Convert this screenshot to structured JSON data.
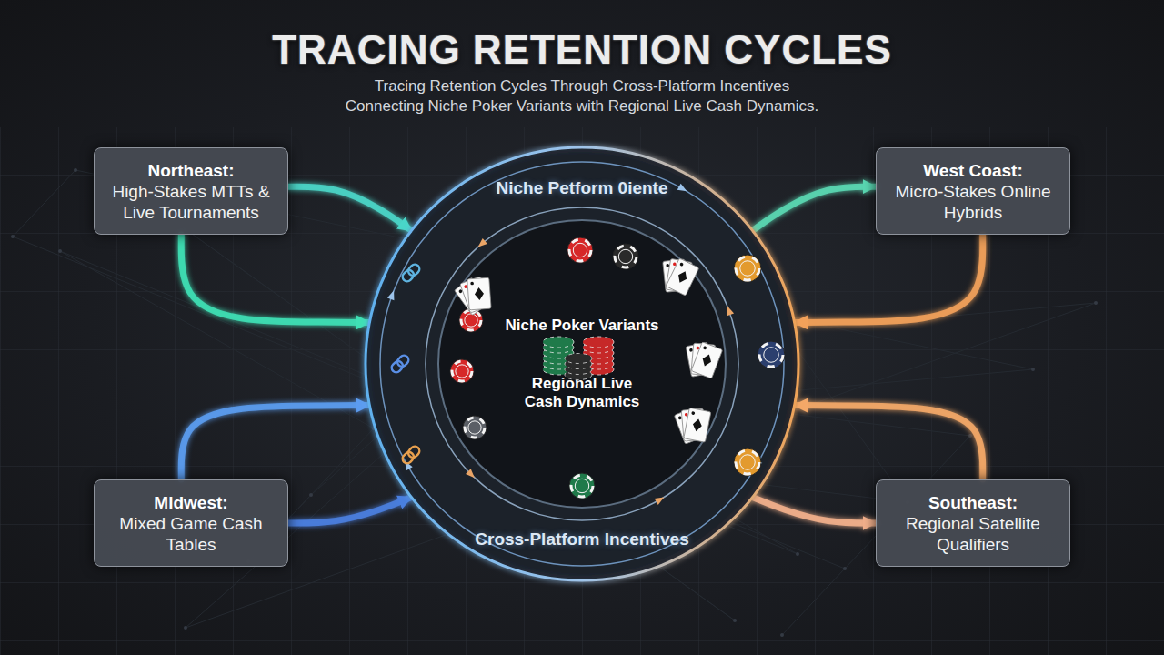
{
  "diagram": {
    "title": "TRACING RETENTION CYCLES",
    "caption": "Tracing Retention Cycles Through Cross-Platform Incentives Connecting Niche Poker Variants with Regional Live Cash Dynamics.",
    "nodes": [
      {
        "text": [
          "Northeast:",
          "High-Stakes MTTs & Live Tournaments"
        ]
      },
      {
        "text": [
          "West Coast:",
          "Micro-Stakes Online Hybrids"
        ]
      },
      {
        "text": [
          "Niche Petform 0iente",
          "Cross-Platform Incentives"
        ]
      },
      {
        "text": [
          "Niche Poker Variants",
          "Regional Live Cash Dynamics"
        ],
        "in": 2
      },
      {
        "text": [
          "Midwest:",
          "Mixed Game Cash Tables"
        ]
      },
      {
        "text": [
          "Southeast:",
          "Regional Satellite Qualifiers"
        ]
      }
    ],
    "edges": [
      {
        "from": 0,
        "to": 2,
        "arrow": "to"
      },
      {
        "from": 0,
        "to": 2,
        "arrow": "to"
      },
      {
        "from": 2,
        "to": 1,
        "arrow": "to"
      },
      {
        "from": 1,
        "to": 2,
        "arrow": "to"
      },
      {
        "from": 4,
        "to": 2,
        "arrow": "to"
      },
      {
        "from": 4,
        "to": 2,
        "arrow": "to"
      },
      {
        "from": 5,
        "to": 2,
        "arrow": "to"
      },
      {
        "from": 2,
        "to": 5,
        "arrow": "to"
      }
    ]
  }
}
